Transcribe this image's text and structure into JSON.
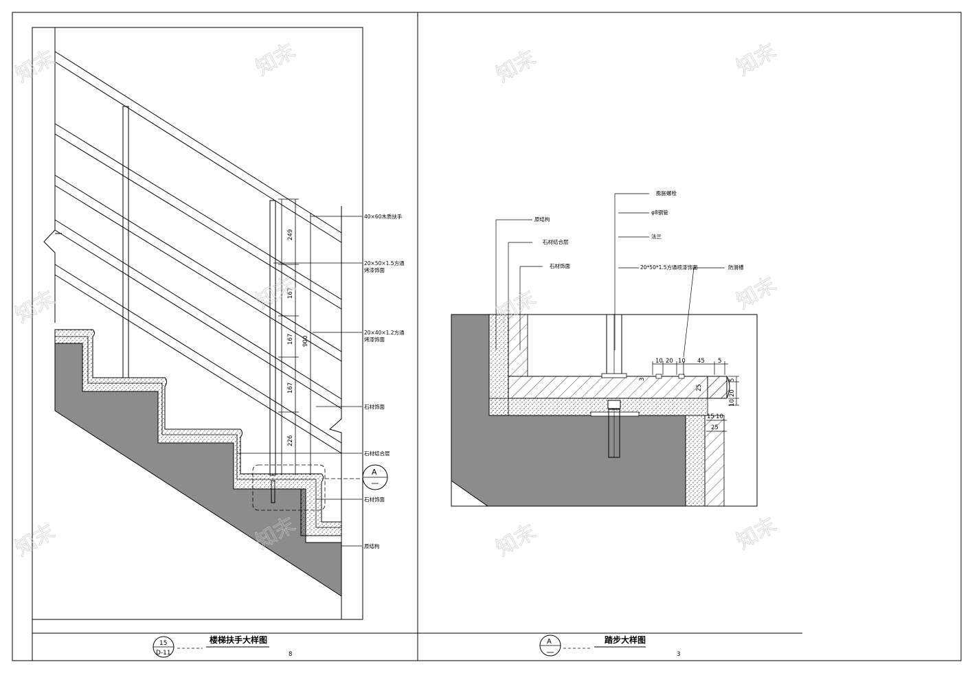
{
  "left": {
    "labels": {
      "handrail": "40×60木质扶手",
      "post": "20×50×1.5方通",
      "post_finish": "烤漆饰面",
      "rail": "20×40×1.2方通",
      "rail_finish": "烤漆饰面",
      "stone_face": "石材饰面",
      "stone_base": "石材结合层",
      "stone_face2": "石材饰面",
      "structure": "原结构"
    },
    "dims": [
      "249",
      "167",
      "167",
      "167",
      "226"
    ],
    "total_height": "900",
    "callout_letter": "A",
    "title_no": "15",
    "title_sheet": "D-11",
    "title": "楼梯扶手大样图",
    "scale_num": "8"
  },
  "right": {
    "labels": {
      "original": "原结构",
      "stone_base": "石材结合层",
      "stone_face": "石材饰面",
      "bolt": "膨胀螺栓",
      "pipe": "φ8钢管",
      "flange": "法兰",
      "post": "20*50*1.5方通喷漆饰面",
      "antislip": "防滑槽"
    },
    "dims_top": [
      "10",
      "20",
      "10",
      "45",
      "5"
    ],
    "dims_side": [
      "5",
      "20",
      "10",
      "15",
      "10",
      "25"
    ],
    "dim_25": "25",
    "dim_3": "3",
    "title_letter": "A",
    "title": "踏步大样图",
    "scale_num": "3"
  },
  "watermark": "知末"
}
